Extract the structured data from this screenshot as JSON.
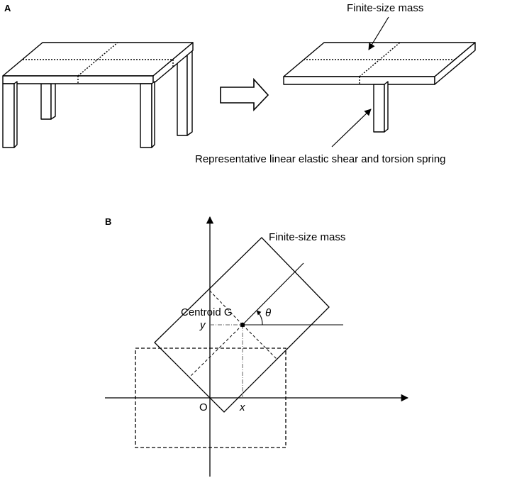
{
  "panel_a": {
    "panel_label": "A",
    "mass_label": "Finite-size mass",
    "spring_label": "Representative linear elastic shear and torsion spring"
  },
  "panel_b": {
    "panel_label": "B",
    "mass_label": "Finite-size mass",
    "centroid_label": "Centroid G",
    "origin_label": "O",
    "x_label": "x",
    "y_label": "y",
    "angle_label": "θ"
  }
}
